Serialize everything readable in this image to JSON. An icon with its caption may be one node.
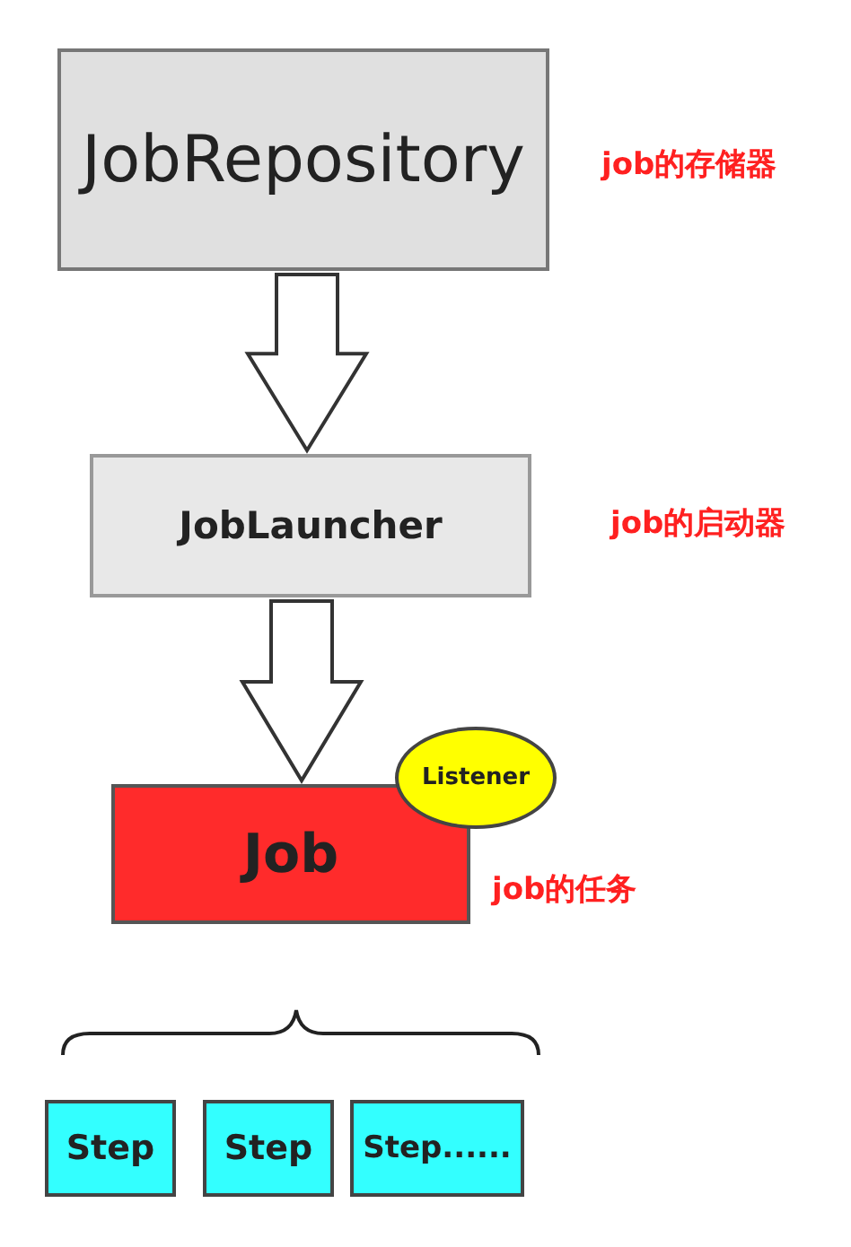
{
  "diagram": {
    "nodes": [
      {
        "text": [
          "JobRepository"
        ],
        "beside": [
          "job的存储器"
        ]
      },
      {
        "text": [
          "JobLauncher"
        ],
        "beside": [
          "job的启动器"
        ]
      },
      {
        "text": [
          "Job"
        ],
        "beside": [
          "job的任务"
        ]
      },
      {
        "text": [
          "Listener"
        ]
      },
      {
        "text": [
          "Step"
        ]
      },
      {
        "text": [
          "Step"
        ]
      },
      {
        "text": [
          "Step......"
        ]
      }
    ],
    "edges": [
      {
        "from": 0,
        "to": 1,
        "arrow": "to"
      },
      {
        "from": 1,
        "to": 2,
        "arrow": "to"
      }
    ]
  }
}
